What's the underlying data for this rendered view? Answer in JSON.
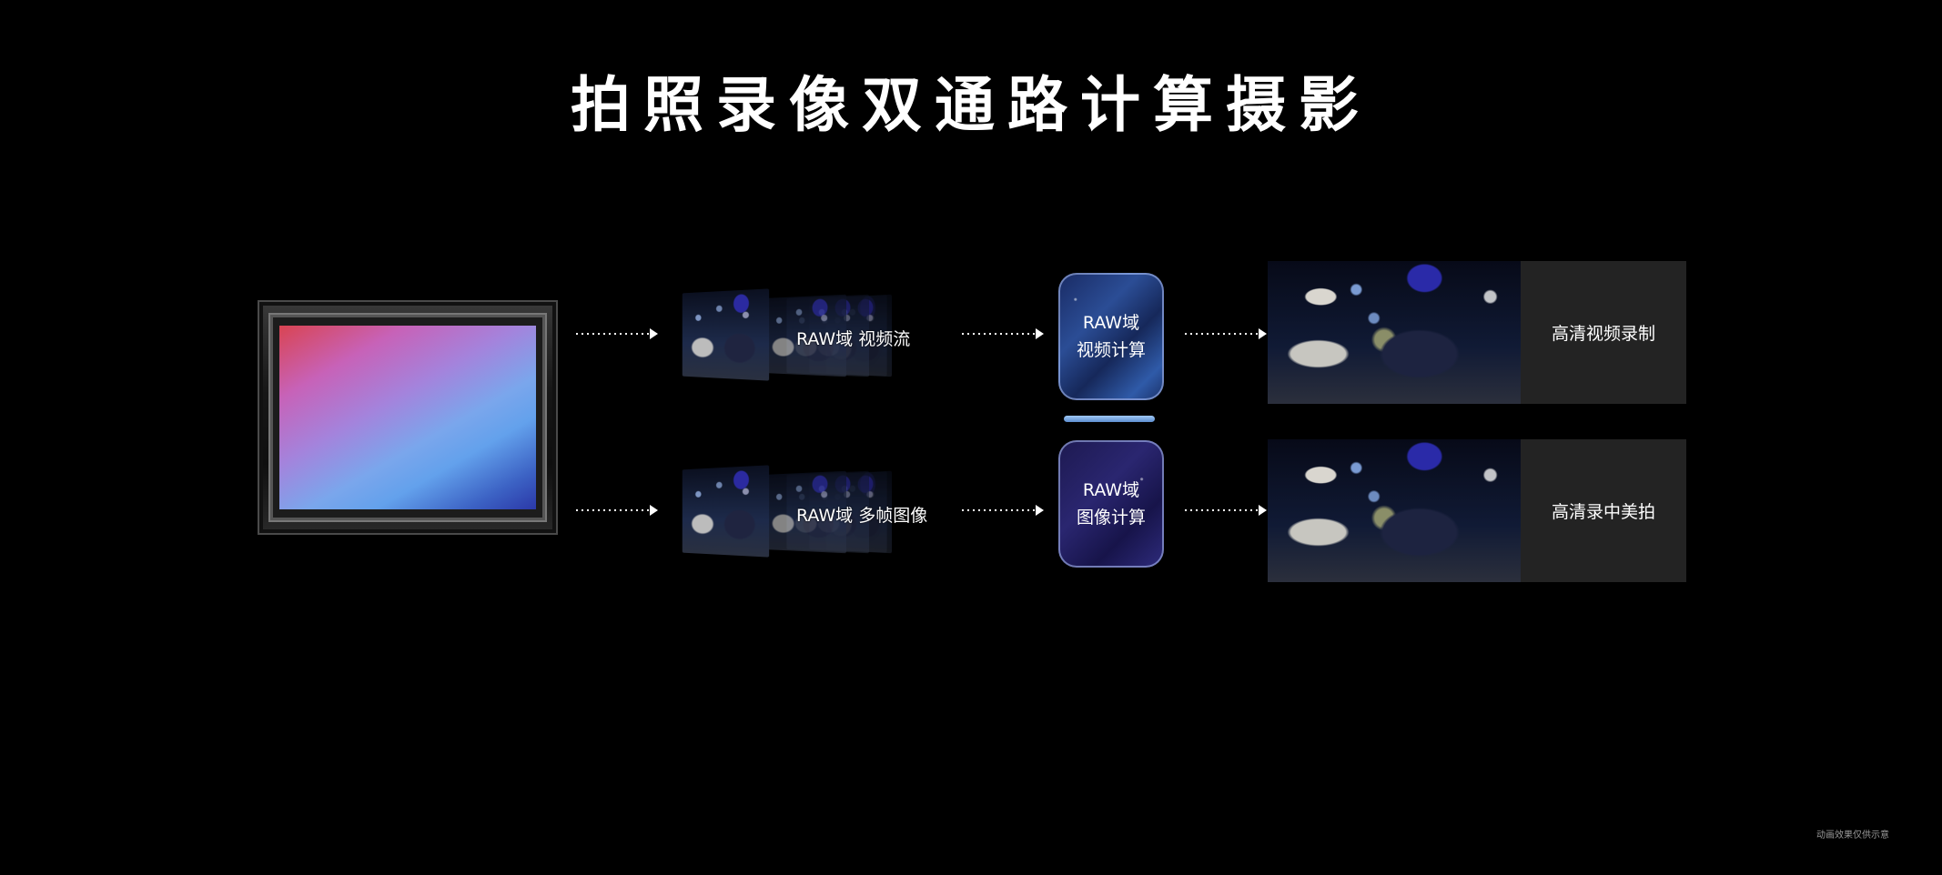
{
  "title": "拍照录像双通路计算摄影",
  "sensor": {
    "icon": "image-sensor-icon"
  },
  "paths": [
    {
      "stream_label": "RAW域 视频流",
      "compute_label_line1": "RAW域",
      "compute_label_line2": "视频计算",
      "output_label": "高清视频录制",
      "chip_color": "#2b4d95"
    },
    {
      "stream_label": "RAW域 多帧图像",
      "compute_label_line1": "RAW域",
      "compute_label_line2": "图像计算",
      "output_label": "高清录中美拍",
      "chip_color": "#2a2670"
    }
  ],
  "disclaimer": "动画效果仅供示意",
  "colors": {
    "background": "#000000",
    "output_panel": "#232323",
    "bridge": "#8ab8ee"
  }
}
